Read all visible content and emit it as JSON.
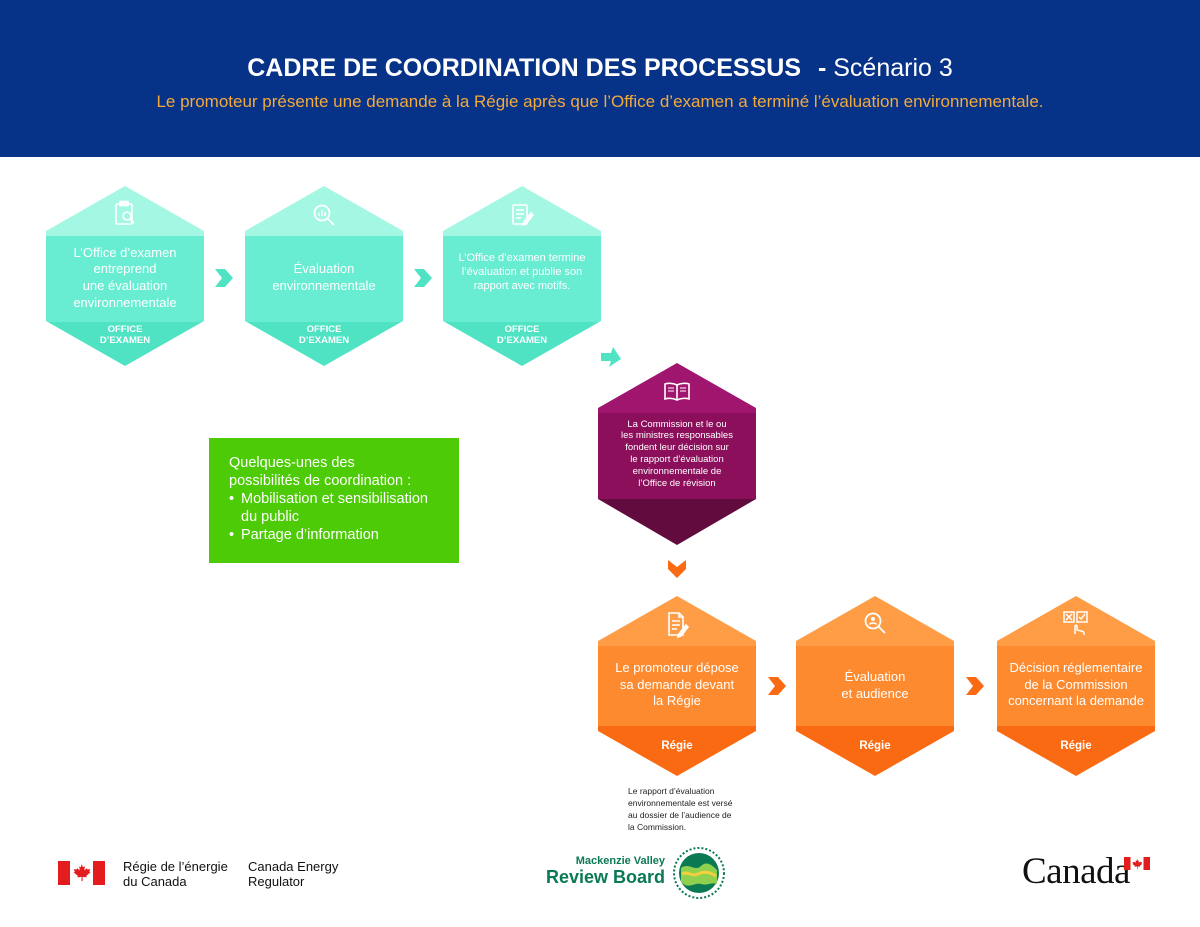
{
  "header": {
    "title_main": "CADRE DE COORDINATION DES PROCESSUS",
    "title_sep": "-",
    "title_scenario": "Scénario 3",
    "subtitle": "Le promoteur présente une demande à la Régie après que l’Office d’examen a terminé l’évaluation environnementale."
  },
  "colors": {
    "header_bg": "#063287",
    "subtitle": "#f4a93b",
    "teal_top": "#a4f7e3",
    "teal_mid": "#68edd2",
    "teal_bot": "#4fe3c4",
    "purple_top": "#a0166f",
    "purple_mid": "#8b0f5b",
    "purple_bot": "#610b3e",
    "orange_top": "#ff9d47",
    "orange_mid": "#fe8a2f",
    "orange_bot": "#fa6a12",
    "green_box": "#4ccb06"
  },
  "steps": [
    {
      "icon": "clipboard-icon",
      "text": "L’Office d’examen entreprend une évaluation environnementale",
      "lines": [
        "L’Office d’examen",
        "entreprend",
        "une évaluation",
        "environnementale"
      ],
      "footer": [
        "OFFICE",
        "D’EXAMEN"
      ]
    },
    {
      "icon": "magnifier-chart-icon",
      "text": "Évaluation environnementale",
      "lines": [
        "Évaluation",
        "environnementale"
      ],
      "footer": [
        "OFFICE",
        "D’EXAMEN"
      ]
    },
    {
      "icon": "report-pencil-icon",
      "text": "L’Office d’examen termine l’évaluation et publie son rapport avec motifs.",
      "lines": [
        "L’Office d’examen termine",
        "l’évaluation et publie son",
        "rapport avec motifs."
      ],
      "footer": [
        "OFFICE",
        "D’EXAMEN"
      ]
    },
    {
      "icon": "open-book-icon",
      "text": "La Commission et le ou les ministres responsables fondent leur décision sur le rapport d’évaluation environnementale de l’Office de révision",
      "lines": [
        "La Commission et le ou",
        "les ministres responsables",
        "fondent leur décision sur",
        "le rapport d’évaluation",
        "environnementale de",
        "l’Office de révision"
      ],
      "footer": []
    },
    {
      "icon": "document-pencil-icon",
      "text": "Le promoteur dépose sa demande devant la Régie",
      "lines": [
        "Le promoteur dépose",
        "sa demande devant",
        "la Régie"
      ],
      "footer": [
        "Régie"
      ]
    },
    {
      "icon": "magnifier-person-icon",
      "text": "Évaluation et audience",
      "lines": [
        "Évaluation",
        "et audience"
      ],
      "footer": [
        "Régie"
      ]
    },
    {
      "icon": "checklist-hand-icon",
      "text": "Décision réglementaire de la Commission concernant la demande",
      "lines": [
        "Décision réglementaire",
        "de la Commission",
        "concernant la demande"
      ],
      "footer": [
        "Régie"
      ]
    }
  ],
  "coordination": {
    "heading_lines": [
      "Quelques-unes des",
      "possibilités de coordination :"
    ],
    "items": [
      "Mobilisation et sensibilisation du public",
      "Partage d’information"
    ]
  },
  "note_lines": [
    "Le rapport d’évaluation",
    "environnementale est versé",
    "au dossier de l’audience de",
    "la Commission."
  ],
  "footer": {
    "cer_fr": [
      "Régie de l’énergie",
      "du Canada"
    ],
    "cer_en": [
      "Canada Energy",
      "Regulator"
    ],
    "mvrb_line1": "Mackenzie Valley",
    "mvrb_line2": "Review Board",
    "canada_wordmark": "Canada"
  }
}
